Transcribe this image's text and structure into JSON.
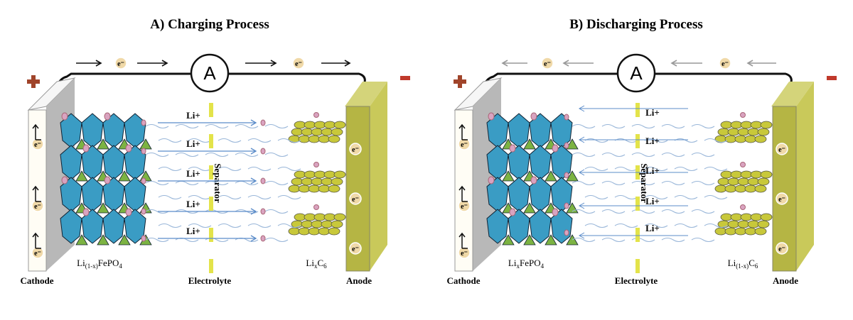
{
  "panels": [
    {
      "title": "A) Charging Process",
      "direction": "charge",
      "ammeter": "A",
      "electron": "e-",
      "plus": "+",
      "minus": "-",
      "cathode_label": "Cathode",
      "anode_label": "Anode",
      "electrolyte_label": "Electrolyte",
      "separator_label": "Separator",
      "cathode_material": [
        "Li",
        "(1-x)",
        "FePO",
        "4"
      ],
      "anode_material": [
        "Li",
        "x",
        "C",
        "6"
      ],
      "ion_label": "Li+",
      "ion_count": 5
    },
    {
      "title": "B) Discharging Process",
      "direction": "discharge",
      "ammeter": "A",
      "electron": "e-",
      "plus": "+",
      "minus": "-",
      "cathode_label": "Cathode",
      "anode_label": "Anode",
      "electrolyte_label": "Electrolyte",
      "separator_label": "Separator",
      "cathode_material": [
        "Li",
        "x",
        "FePO",
        "4"
      ],
      "anode_material": [
        "Li",
        "(1-x)",
        "C",
        "6"
      ],
      "ion_label": "Li+",
      "ion_count": 5
    }
  ],
  "colors": {
    "octahedron": "#3a9cc4",
    "tetrahedron": "#7cb342",
    "graphite": "#c8c83a",
    "anode": "#b5b544",
    "ion": "#d9a3c0",
    "electron": "#f0d9a8",
    "plus": "#a0442a",
    "minus": "#c0392b",
    "li_arrow": "#5b8cc9",
    "separator": "#e3e34a"
  }
}
